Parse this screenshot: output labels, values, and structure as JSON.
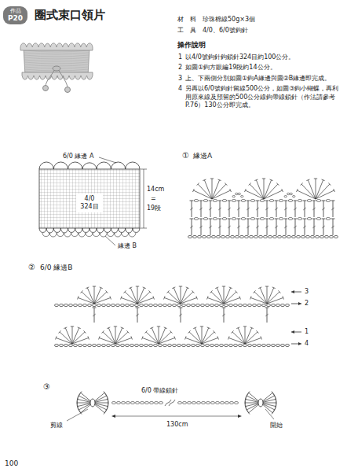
{
  "diagram": {
    "title": "圈式束口領片",
    "nodes": [
      {
        "text": [
          "作品",
          "P20"
        ]
      },
      {
        "text": [
          "4/0",
          "324目"
        ]
      }
    ],
    "labels": [
      "材　料",
      "珍珠棉線50g×3個",
      "工　具",
      "4/0、6/0號鉤針",
      "操作說明",
      "1",
      "以4/0號鉤針鉤鎖針324目約100公分。",
      "2",
      "如圖①鉤方眼編19段約14公分。",
      "3",
      "上、下兩側分別如圖①鉤A緣邊與圖②B緣邊即完成。",
      "4",
      "另再以6/0號鉤針留線500公分，如圖③鉤小蝴蝶，再利用原來線及預留的500公分線鉤帶線鎖針（作法請參考P.76）130公分即完成。",
      "6/0 緣邊 A",
      "14cm",
      "=",
      "19段",
      "緣邊 B",
      "①",
      "緣邊A",
      "②",
      "6/0 緣邊B",
      "3",
      "2",
      "1",
      "4",
      "③",
      "6/0 帶線鎖針",
      "130cm",
      "剪線",
      "開始",
      "100"
    ]
  }
}
